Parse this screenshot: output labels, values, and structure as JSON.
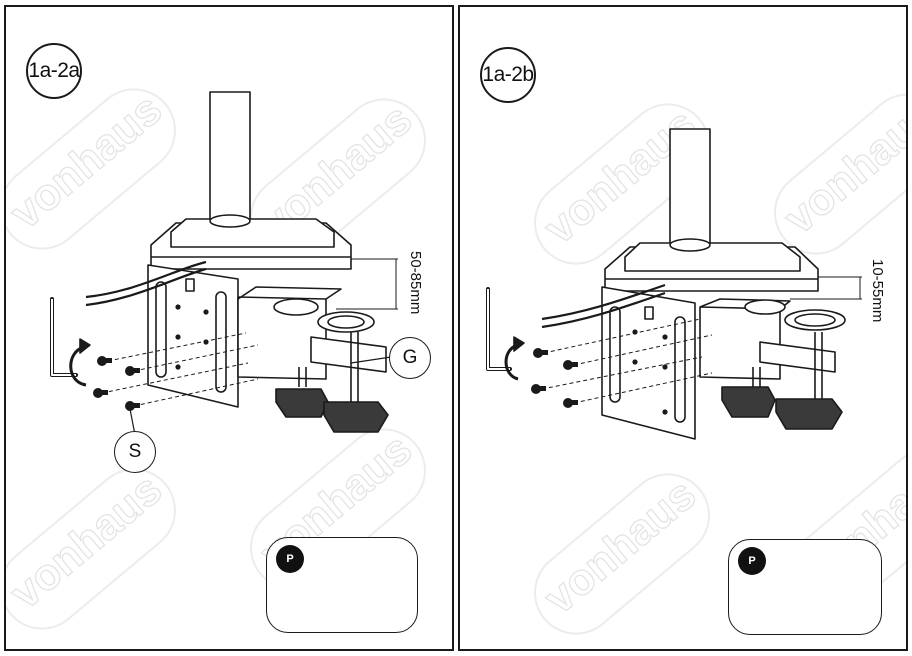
{
  "panels": [
    {
      "step": "1a-2a",
      "dimension": "50-85mm",
      "callouts": {
        "screw": "S",
        "clamp": "G"
      },
      "tool_badge": "P"
    },
    {
      "step": "1a-2b",
      "dimension": "10-55mm",
      "tool_badge": "P"
    }
  ],
  "watermark": "vonhaus",
  "icons": [
    "rotation-arrow-icon",
    "hex-key-icon",
    "screw-icon",
    "clamp-knob-icon"
  ]
}
